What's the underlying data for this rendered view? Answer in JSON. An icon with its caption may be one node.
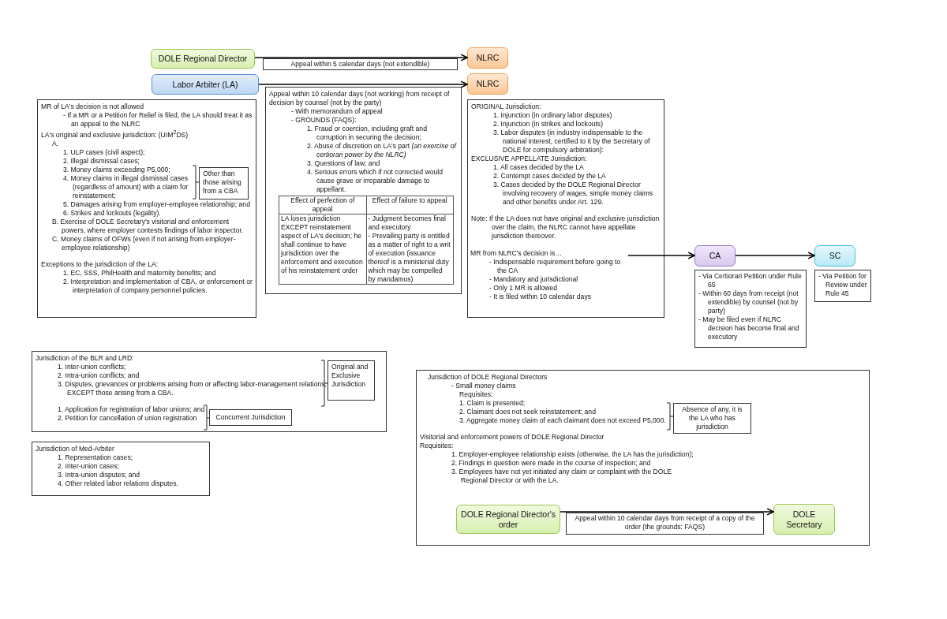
{
  "diagram": {
    "nodes": [
      {
        "text": [
          "DOLE Regional Director"
        ]
      },
      {
        "text": [
          "NLRC"
        ]
      },
      {
        "text": [
          "Labor Arbiter (LA)"
        ]
      },
      {
        "text": [
          "NLRC"
        ]
      },
      {
        "text": [
          "MR of LA's decision is not allowed",
          "- If a MR or a Petition for Relief is filed, the LA should treat it as an appeal to the NLRC",
          "LA's original and exclusive jurisdiction: (UIM$^{2}$DS)",
          "A.",
          "1. ULP cases (civil aspect);",
          "2. Illegal dismissal cases;",
          "3. Money claims exceeding P5,000;",
          "4. Money claims in illegal dismissal cases (regardless of amount) with a claim for reinstatement;",
          "5. Damages arising from employer-employee relationship; and",
          "6. Strikes and lockouts (legality).",
          "B. Exercise of DOLE Secretary's visitorial and enforcement powers, where employer contests findings of labor inspector.",
          "C. Money claims of OFWs (even if not arising from employer-employee relationship)",
          "Exceptions to the jurisdiction of the LA:",
          "1. EC, SSS, PhilHealth and maternity benefits; and",
          "2. Interpretation and implementation of CBA, or enforcement or interpretation of company personnel policies."
        ]
      },
      {
        "text": [
          "Other than those arising from a CBA"
        ],
        "in": 4
      },
      {
        "text": [
          "Appeal within 10 calendar days (not working) from receipt of decision by counsel (not by the party)",
          "- With memorandum of appeal",
          "- GROUNDS (FAQS):",
          "1. Fraud or coercion, including graft and corruption in securing the decision;",
          "2. Abuse of discretion on LA's part *(an exercise of certiorari power by the NLRC)*",
          "3. Questions of law; and",
          "4. Serious errors which if not corrected would cause grave or irreparable damage to appellant.",
          "Effect of perfection of appeal",
          "Effect of failure to appeal",
          "LA loses jurisdiction EXCEPT reinstatement aspect of LA's decision; he shall continue to have jurisdiction over the enforcement and execution of his reinstatement order",
          "- Judgment becomes final and executory",
          "- Prevailing party is entitled as a matter of right to a writ of execution (issuance thereof is a ministerial duty which may be compelled by mandamus)"
        ]
      },
      {
        "text": [
          "ORIGINAL Jurisdiction:",
          "1. Injunction (in ordinary labor disputes)",
          "2. Injunction (in strikes and lockouts)",
          "3. Labor disputes (in industry indispensable to the national interest, certified to it by the Secretary of DOLE for compulsory arbitration):",
          "EXCLUSIVE APPELLATE Jurisdiction:",
          "1. All cases decided by the LA",
          "2. Contempt cases decided by the LA",
          "3. Cases decided by the DOLE Regional Director involving recovery of wages, simple money claims and other benefits under Art. 129.",
          "Note: If the LA does not have original and exclusive jurisdiction over the claim, the NLRC cannot have appellate jurisdiction thereover."
        ]
      },
      {
        "text": [
          "MR from NLRC's decision is…",
          "- Indispensable requirement before going to the CA",
          "- Mandatory and jurisdictional",
          "- Only 1 MR is allowed",
          "- It is filed within 10 calendar days"
        ],
        "in": 7
      },
      {
        "text": [
          "CA"
        ]
      },
      {
        "text": [
          "SC"
        ]
      },
      {
        "text": [
          "- Via Certiorari Petition under Rule 65",
          "- Within 60 days from receipt (not extendible) by counsel (not by party)",
          "- May be filed even if NLRC decision has become final and executory"
        ]
      },
      {
        "text": [
          "- Via Petition for Review under Rule 45"
        ]
      },
      {
        "text": [
          "Jurisdiction of the BLR and LRD:",
          "1. Inter-union conflicts;",
          "2. Intra-union conflicts; and",
          "3. Disputes, grievances or problems arising from or affecting labor-management relations, EXCEPT those arising from a CBA.",
          "1. Application for registration of labor unions; and",
          "2. Petition for cancellation of union registration"
        ]
      },
      {
        "text": [
          "Original and Exclusive Jurisdiction"
        ],
        "in": 13
      },
      {
        "text": [
          "Concurrent Jurisdiction"
        ],
        "in": 13
      },
      {
        "text": [
          "Jurisdiction of Med-Arbiter",
          "1. Representation cases;",
          "2. Inter-union cases;",
          "3. Intra-union disputes; and",
          "4. Other related labor relations disputes."
        ]
      },
      {
        "text": [
          "Jurisdiction of DOLE Regional Directors",
          "- Small money claims",
          "Requisites:",
          "1. Claim is presented;",
          "2. Claimant does not seek reinstatement; and",
          "3. Aggregate money claim of each claimant does not exceed P5,000.",
          "Visitorial and enforcement powers of DOLE Regional Director",
          "Requisites:",
          "1. Employer-employee relationship exists (otherwise, the LA has the jurisdiction);",
          "2. Findings in question were made in the course of inspection; and",
          "3. Employees have not yet initiated any claim or complaint with the DOLE Regional Director or with the LA."
        ]
      },
      {
        "text": [
          "Absence of any, it is the LA who has jurisdiction"
        ],
        "in": 17
      },
      {
        "text": [
          "DOLE Regional Director's order"
        ],
        "in": 17
      },
      {
        "text": [
          "DOLE Secretary"
        ],
        "in": 17
      }
    ],
    "edges": [
      {
        "from": 0,
        "to": 1,
        "arrow": "to",
        "label": "Appeal within 5 calendar days (not extendible)"
      },
      {
        "from": 2,
        "to": 3,
        "arrow": "to"
      },
      {
        "from": 8,
        "to": 9,
        "arrow": "to"
      },
      {
        "from": 9,
        "to": 10,
        "arrow": "to"
      },
      {
        "from": 19,
        "to": 20,
        "arrow": "to",
        "label": "Appeal within 10 calendar days from receipt of a copy of the order (the grounds: FAQS)"
      }
    ]
  }
}
